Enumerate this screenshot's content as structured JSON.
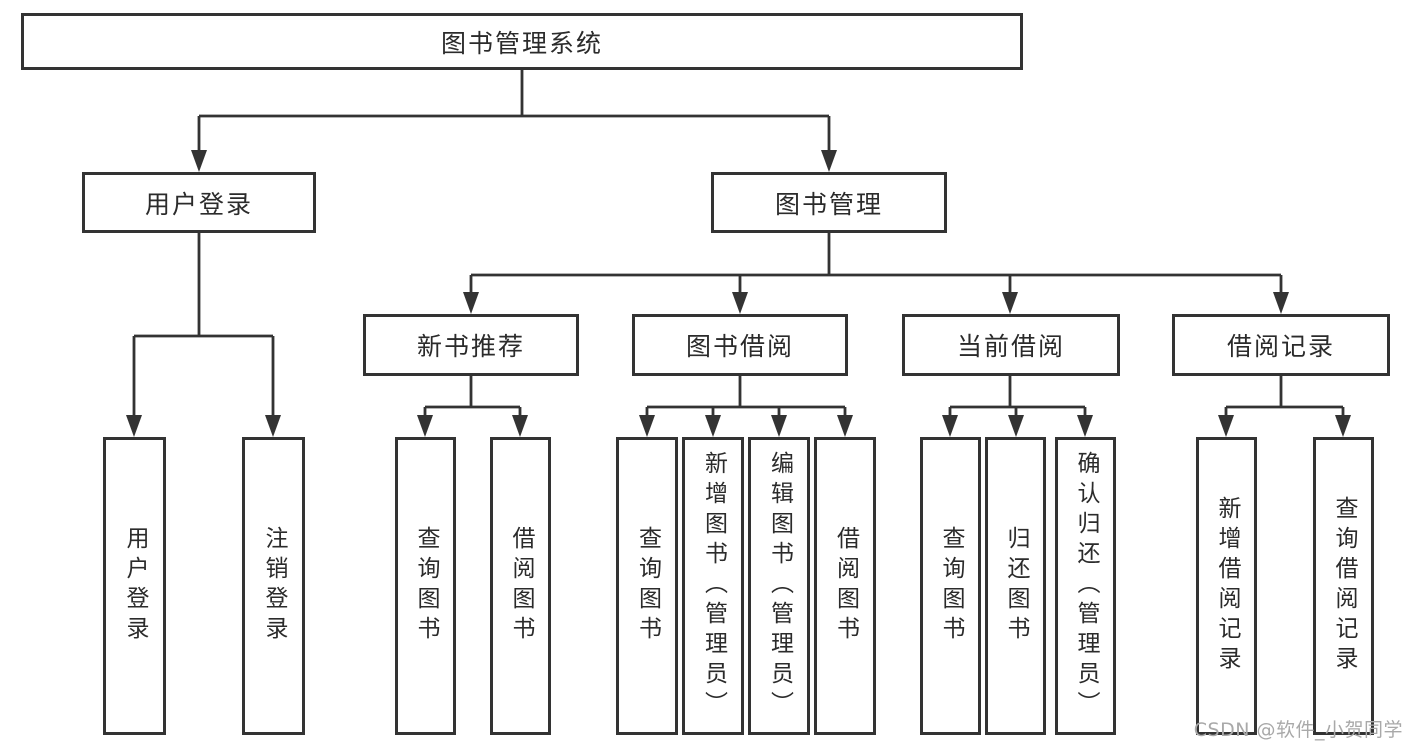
{
  "diagram_title": "图书管理系统",
  "nodes": {
    "root": "图书管理系统",
    "user_login": "用户登录",
    "book_mgmt": "图书管理",
    "new_book_rec": "新书推荐",
    "book_borrow": "图书借阅",
    "current_borrow": "当前借阅",
    "borrow_record": "借阅记录",
    "leaf_user_login": "用户登录",
    "leaf_logout": "注销登录",
    "leaf_query_book_rec": "查询图书",
    "leaf_borrow_book_rec": "借阅图书",
    "leaf_query_book_borrow": "查询图书",
    "leaf_add_book_admin": "新增图书（管理员）",
    "leaf_edit_book_admin": "编辑图书（管理员）",
    "leaf_borrow_book_borrow": "借阅图书",
    "leaf_query_book_current": "查询图书",
    "leaf_return_book": "归还图书",
    "leaf_confirm_return_admin": "确认归还（管理员）",
    "leaf_add_borrow_record": "新增借阅记录",
    "leaf_query_borrow_record": "查询借阅记录"
  },
  "hierarchy": {
    "图书管理系统": {
      "用户登录": [
        "用户登录",
        "注销登录"
      ],
      "图书管理": {
        "新书推荐": [
          "查询图书",
          "借阅图书"
        ],
        "图书借阅": [
          "查询图书",
          "新增图书（管理员）",
          "编辑图书（管理员）",
          "借阅图书"
        ],
        "当前借阅": [
          "查询图书",
          "归还图书",
          "确认归还（管理员）"
        ],
        "借阅记录": [
          "新增借阅记录",
          "查询借阅记录"
        ]
      }
    }
  },
  "watermark": "CSDN @软件_小贺同学",
  "colors": {
    "line": "#333333",
    "box_border": "#333333",
    "text": "#2b2b2b",
    "watermark": "#a9a9a9",
    "background": "#ffffff"
  }
}
